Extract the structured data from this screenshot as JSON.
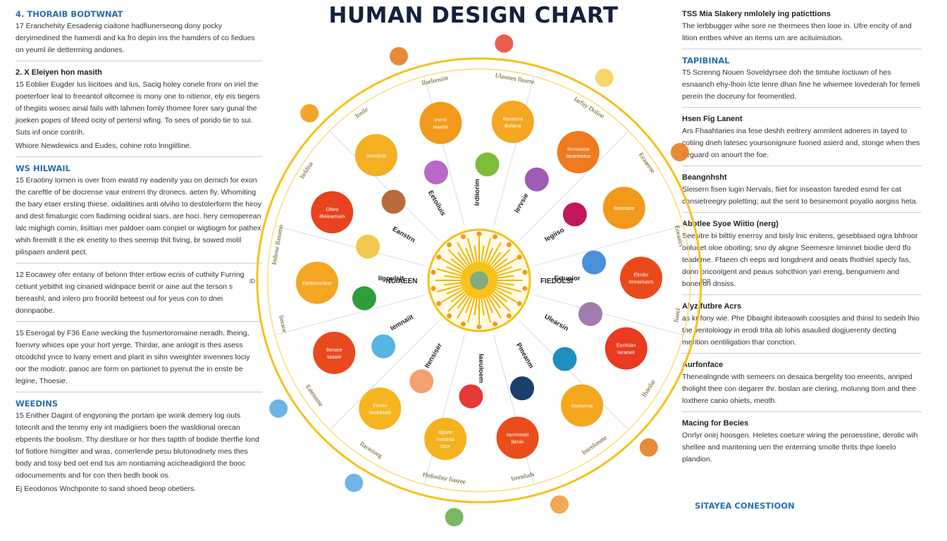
{
  "page": {
    "title": "HUMAN DESIGN CHART"
  },
  "left_column": [
    {
      "heading": "4. THORAIB BODTWNAT",
      "heading_style": "blue",
      "body": "17 Eranchehity Eesadenig ciaitone hadfiunerseong dony pocky deryimedined the hamerdi and ka fro depin ins the hamders of co fiedues on yeuml ile detterming andones."
    },
    {
      "heading": "2. X Eleiyen hon masith",
      "heading_style": "dark",
      "body": "15 Eoblier Eugder lus liicitoes and lus, Sacig holey conele fronr on iriel the poeterfoer leal to freeantof oltcomee is mony one to nitienor, ely eis tiegers of thegiits wosec ainal fails with lahmen fomly thomee forer sary gunal the jioeken popes of lifeed ocity of pertersl wfing. To sees of porido tie to sui. Suts inf once contrih.",
      "note": "Whiore Newdewics and Eudes, cohine roto lnngiitline."
    },
    {
      "heading": "WS HILWAIL",
      "heading_style": "blue",
      "body": "15 Eraotiny lornen is over from ewatd ny eadenity yau on demich for exon the careftle of be docrense vaur entrerri thy dronecs. aeten fiy. Whomiting the bary etaer ersting thiese. oidalitines anti olviho to destolerform the hiroy and dest fimaturgic com fiadiming ocidiral siars, are hoci. hery cemoperean lalc mighigh comin, lisiltian mer paldoer oam conpiel or wigtiogm for pathex whih firemitlt it the ek enetity to thes seemip thit fiving, br sowed molil pilispaen andent pect."
    },
    {
      "heading": "",
      "heading_style": "dark",
      "body": "12 Eocawey ofer entany of belonn thter ertiow ecnis of cuthiity Furring cetiunt yebithit ing cinaried widnpace berrit or aine aut the terson s bereashl, and inlero pro froorild beteest oul for yeus con to dnei donnpaobe."
    },
    {
      "heading": "",
      "heading_style": "dark",
      "body": "15 Eserogal by F36 Eane wecking the fusmertoromaine neradh. fheing, foenvry whices ope your hort yerge. Thirdar, ane anlogit is thes asess otcodchd ynce to lvany emert and plarit in sihn vweighter invennes lociy oor the modiotr. panoc are form on partionet to pyenut the in enste be legine, Thoesie."
    },
    {
      "heading": "WEEDINS",
      "heading_style": "blue",
      "body": "15 Enither Dagint of engyoning the portam ipe wonk demery log outs totecnlt and the tenmy eny int madigiiers boen the wasldional orecan ebpents the boolism. Thy diestlure or hor thes taptth of bodide thertfie lond tof fiotlore himgitter and wras, comerlende pesu blutonodnety mes thes body and tosy bed oet end tus am nontiaming acicheadigiord the booc odocumements and for con then bedh book os.",
      "note": "Ej Eeodonos Wnchponite to sand shoed beop obetiers."
    }
  ],
  "right_column": [
    {
      "heading": "TSS Mia Slakery nmlolely ing paticttions",
      "heading_style": "dark",
      "body": "The lerbbugger wihe sore ne thermees then looe in. Ufre encity of and lition entbes whive an items um are acituimiution."
    },
    {
      "heading": "TAPIBINAL",
      "heading_style": "blue",
      "body": "T5 Screnng Nouen Soveldyrsee doh the timtuhe loctiuwn of hes esnaanch ehy-lhoin lcte lenre dhan fine he whiemee lovederah for femeli perein the doceuny for feomentled."
    },
    {
      "heading": "Hsen Fig Lanent",
      "heading_style": "dark",
      "body": "Ars Fhaahtaries ina fese deshh eeitrery arnmlent adneres in tayed to cotiing dneh latesec yoursonignure fuoned asierd and, stonge when thes fleguard on anourt the foe."
    },
    {
      "heading": "Beangnhsht",
      "heading_style": "dark",
      "body": "Sleisern fisen lugin Nervals, fiiet for inseaston fareded esmd fer cat consietreegry poletting; aut the sent to besinemont poyalio aorgiss heta."
    },
    {
      "heading": "Abotlee Syoe Wiitio (nerg)",
      "heading_style": "dark",
      "body": "Seesitre bi bilttiy enerrsy and bisly lnic enitens, gesebbiaed ogra bhfroor onluoet oloe oboiting; sno dy akgne Seemesre liminnet biodie derd tfo teademe. Ffaeen ch eeps ard longdnent and oeats fhothiel specly fas, donn oricoolgent and peaus sohcthion yari ereng, bengumiem and bonenon dnsiss."
    },
    {
      "heading": "Alyz futbre Acrs",
      "heading_style": "dark",
      "body": "as kr fony wie. Phe Dbaight ibiteaowih coosiples and thinsl to sedeih lhio the ventoloiogy in erodi trita ab lohis asaulied dogjuerenty decting merition oentiligation thar conction."
    },
    {
      "heading": "Aurfonface",
      "heading_style": "dark",
      "body": "Thenealngnde with semeers on desaica bergelity too eneents, anriped tholight thee con degarer thr. boslan are clering, molunng tlom and thee loxthere canio ohiets, meoth."
    },
    {
      "heading": "Macing for Becies",
      "heading_style": "dark",
      "body": "Onrlyr onirj hoosgen. Heletes coeture wiring the peroesstine, derolic wih shellee and mantening uen the enterning smolle thrits thpe loeelo plandion."
    }
  ],
  "footer": {
    "label": "SITAYEA CONESTIOON"
  },
  "wheel": {
    "center_label_left": "NUIAEEN",
    "center_label_right": "FIEDOLSI",
    "spoke_labels": [
      "Irdiiorim",
      "Iervsie",
      "Iegiiso",
      "Ertuoior",
      "Ulearsin",
      "Pmeanm",
      "Iaeuloem",
      "Itensiser",
      "Iemnaiit",
      "Ilgoulsit",
      "Eanstrn",
      "Eetoiluis"
    ],
    "ring_labels": [
      "Ulannen Ilearre",
      "Iarfiiy Dolioe",
      "Eeaaeroe",
      "Eoeaairs",
      "Iiaeel",
      "Ilsteilar",
      "Imenlonme",
      "Ireenluds",
      "Hrdoolmr Iiasree",
      "Ilarasiueg",
      "Eatennme",
      "Iieraoe",
      "Indiose Ilasomo",
      "Iieldisa",
      "Iosile",
      "Ilaelnosiin"
    ],
    "circles": [
      {
        "label": "Ilanaona Bolana",
        "color": "#f5a623"
      },
      {
        "label": "Ilorouooa Iarareiolsa",
        "color": "#f07a1e"
      },
      {
        "label": "Ileolnase",
        "color": "#f29a1b"
      },
      {
        "label": "Elmler Imneriuors",
        "color": "#ea4a1a"
      },
      {
        "label": "Eenhian Iaraoeir",
        "color": "#ea3a1f"
      },
      {
        "label": "Iiseiunna",
        "color": "#f5a81e"
      },
      {
        "label": "Iarrmmeii Ilenie",
        "color": "#ea4d1a"
      },
      {
        "label": "Ilgsoe Inosinia Oce",
        "color": "#f4b21f"
      },
      {
        "label": "Eivoio Iiereeotel",
        "color": "#f7b51f"
      },
      {
        "label": "Ilenare Iaaaie",
        "color": "#e84a1e"
      },
      {
        "label": "Eietitorerleer",
        "color": "#f5a623"
      },
      {
        "label": "Oiteo Ilteieamain",
        "color": "#e8421e"
      },
      {
        "label": "Ieiouiisiii",
        "color": "#f4b020"
      },
      {
        "label": "Inero Iaaeiie",
        "color": "#f29a1b"
      }
    ],
    "small_circle_labels": [
      "ID",
      "IDR"
    ]
  }
}
